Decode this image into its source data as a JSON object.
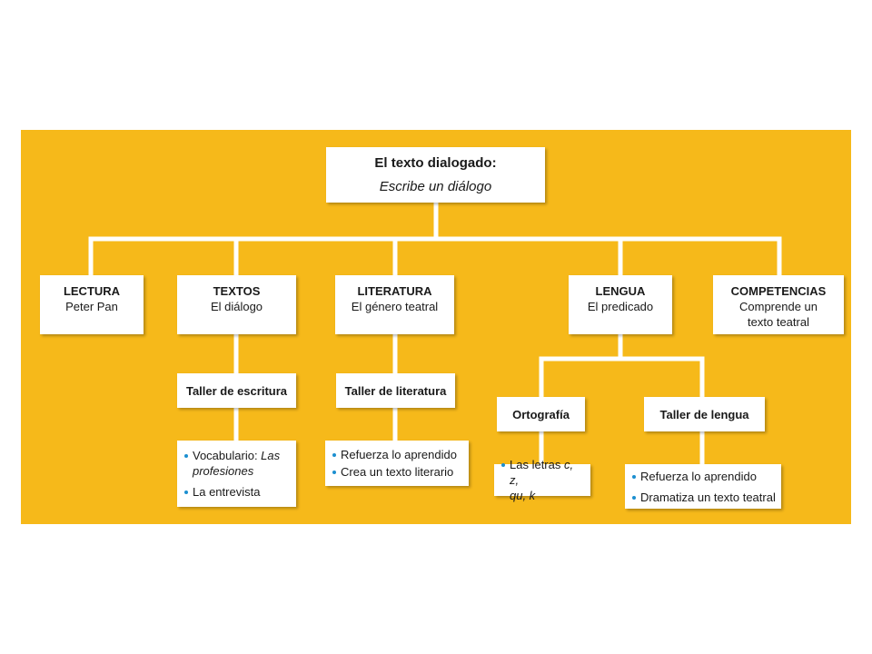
{
  "root": {
    "title": "El texto dialogado:",
    "subtitle": "Escribe un diálogo"
  },
  "sections": [
    {
      "key": "lectura",
      "title": "LECTURA",
      "lines": [
        "Peter Pan"
      ]
    },
    {
      "key": "textos",
      "title": "TEXTOS",
      "lines": [
        "El diálogo"
      ]
    },
    {
      "key": "literatura",
      "title": "LITERATURA",
      "lines": [
        "El género teatral"
      ]
    },
    {
      "key": "lengua",
      "title": "LENGUA",
      "lines": [
        "El predicado"
      ]
    },
    {
      "key": "competencias",
      "title": "COMPETENCIAS",
      "lines": [
        "Comprende un",
        "texto teatral"
      ]
    }
  ],
  "talleres": {
    "escritura": "Taller de escritura",
    "literatura": "Taller de literatura",
    "ortografia": "Ortografía",
    "lengua": "Taller de lengua"
  },
  "lists": {
    "escritura": {
      "item1_prefix": "Vocabulario: ",
      "item1_italic": "Las",
      "item1_line2": "profesiones",
      "item2": "La entrevista"
    },
    "literatura": [
      "Refuerza lo aprendido",
      "Crea un texto literario"
    ],
    "ortografia": {
      "prefix": "Las letras ",
      "italic1": "c, z,",
      "italic2": "qu, k"
    },
    "lengua": [
      "Refuerza lo aprendido",
      "Dramatiza un texto teatral"
    ]
  },
  "colors": {
    "background": "#f6b91a",
    "connector": "#ffffff",
    "bullet": "#1b8fd0",
    "box": "#ffffff"
  }
}
